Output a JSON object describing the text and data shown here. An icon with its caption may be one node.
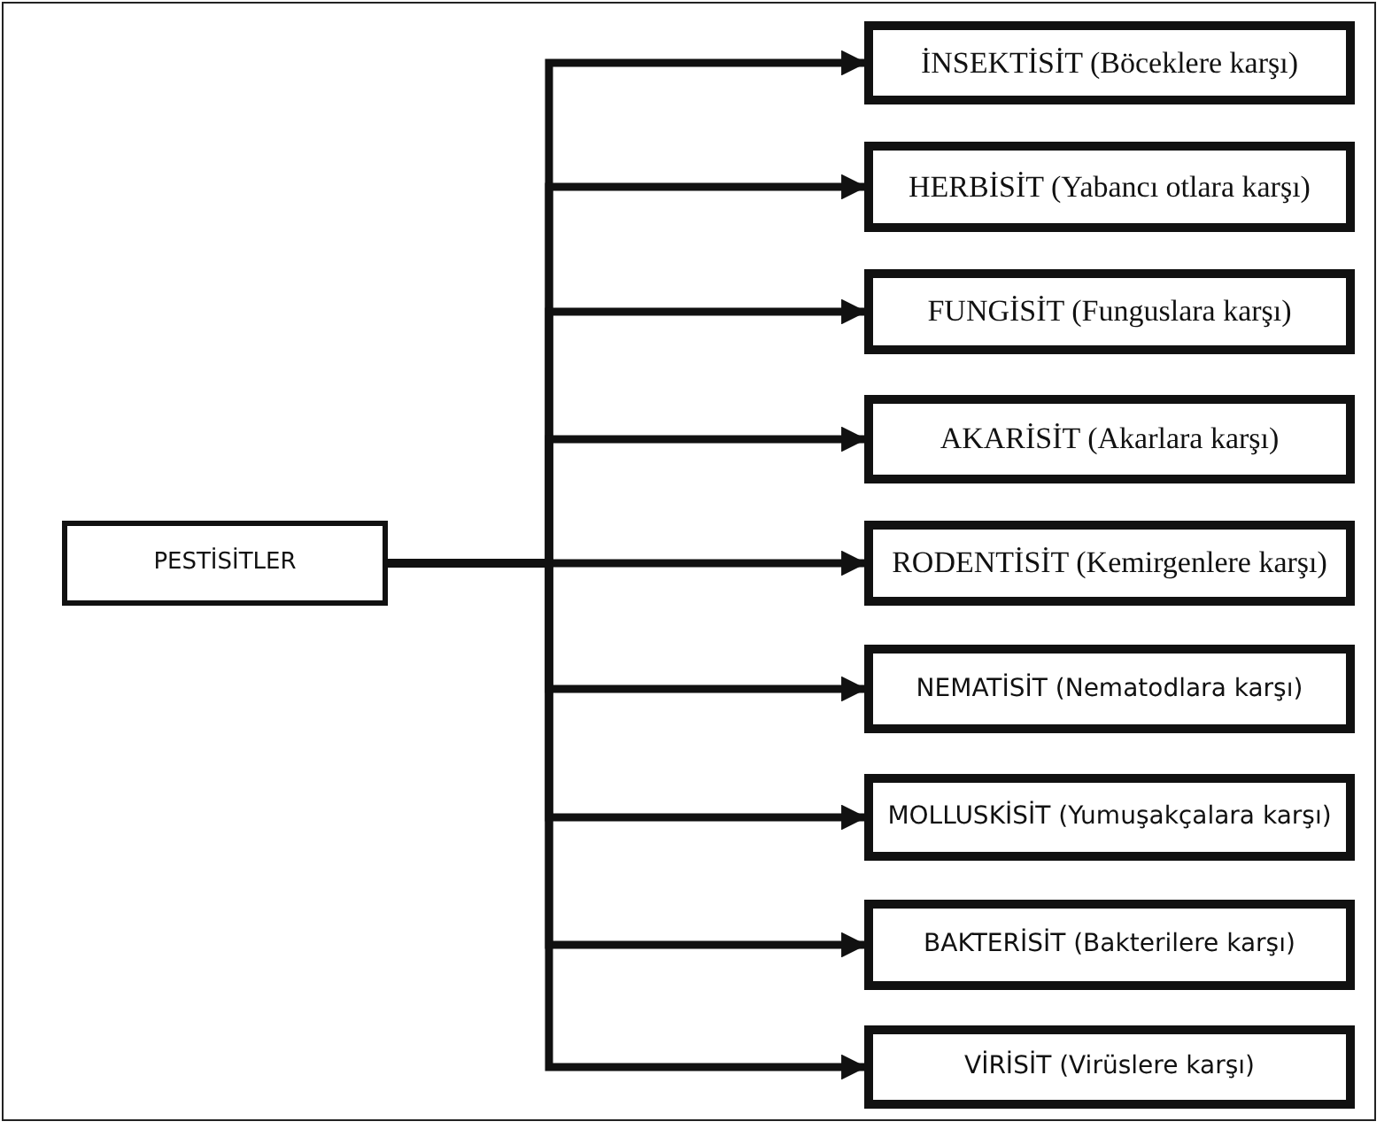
{
  "diagram": {
    "nodes": [
      {
        "text": [
          "PESTİSİTLER"
        ]
      },
      {
        "text": [
          "İNSEKTİSİT (Böceklere karşı)"
        ]
      },
      {
        "text": [
          "HERBİSİT (Yabancı otlara karşı)"
        ]
      },
      {
        "text": [
          "FUNGİSİT (Funguslara karşı)"
        ]
      },
      {
        "text": [
          "AKARİSİT (Akarlara karşı)"
        ]
      },
      {
        "text": [
          "RODENTİSİT (Kemirgenlere karşı)"
        ]
      },
      {
        "text": [
          "NEMATİSİT (Nematodlara karşı)"
        ]
      },
      {
        "text": [
          "MOLLUSKİSİT (Yumuşakçalara karşı)"
        ]
      },
      {
        "text": [
          "BAKTERİSİT (Bakterilere karşı)"
        ]
      },
      {
        "text": [
          "VİRİSİT (Virüslere karşı)"
        ]
      }
    ],
    "edges": [
      {
        "from": 0,
        "to": 1,
        "arrow": "to"
      },
      {
        "from": 0,
        "to": 2,
        "arrow": "to"
      },
      {
        "from": 0,
        "to": 3,
        "arrow": "to"
      },
      {
        "from": 0,
        "to": 4,
        "arrow": "to"
      },
      {
        "from": 0,
        "to": 5,
        "arrow": "to"
      },
      {
        "from": 0,
        "to": 6,
        "arrow": "to"
      },
      {
        "from": 0,
        "to": 7,
        "arrow": "to"
      },
      {
        "from": 0,
        "to": 8,
        "arrow": "to"
      },
      {
        "from": 0,
        "to": 9,
        "arrow": "to"
      }
    ]
  }
}
